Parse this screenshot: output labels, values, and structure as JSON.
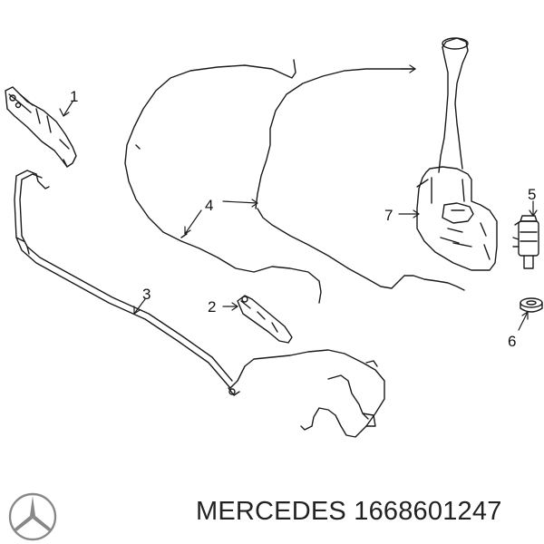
{
  "callouts": {
    "c1": "1",
    "c2": "2",
    "c3": "3",
    "c4": "4",
    "c5": "5",
    "c6": "6",
    "c7": "7"
  },
  "footer": {
    "brand": "MERCEDES",
    "part_number": "1668601247"
  },
  "icons": {
    "logo": "mercedes-star-icon"
  },
  "colors": {
    "line": "#1a1a1a",
    "background": "#ffffff",
    "logo": "#888888"
  }
}
